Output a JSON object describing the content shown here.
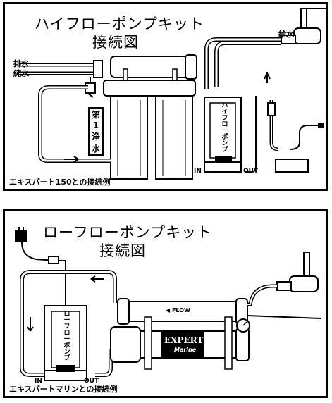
{
  "panel1": {
    "title_line1": "ハイフローポンプキット",
    "title_line2": "接続図",
    "label_drain": "排水",
    "label_pure": "純水",
    "label_supply": "給水",
    "label_prefilter": [
      "第",
      "1",
      "浄",
      "水"
    ],
    "pump_label": [
      "ハ",
      "イ",
      "フ",
      "ロ",
      "ー",
      "ポ",
      "ン",
      "プ"
    ],
    "pump_in": "IN",
    "pump_out": "OUT",
    "caption": "エキスパート150との接続例"
  },
  "panel2": {
    "title_line1": "ローフローポンプキット",
    "title_line2": "接続図",
    "pump_label": [
      "ロ",
      "ー",
      "フ",
      "ロ",
      "ー",
      "ポ",
      "ン",
      "プ"
    ],
    "pump_in": "IN",
    "pump_out": "OUT",
    "flow_label": "◀ FLOW",
    "brand_main": "EXPERT",
    "brand_sub": "Marine",
    "caption": "エキスパートマリンとの接続例"
  }
}
